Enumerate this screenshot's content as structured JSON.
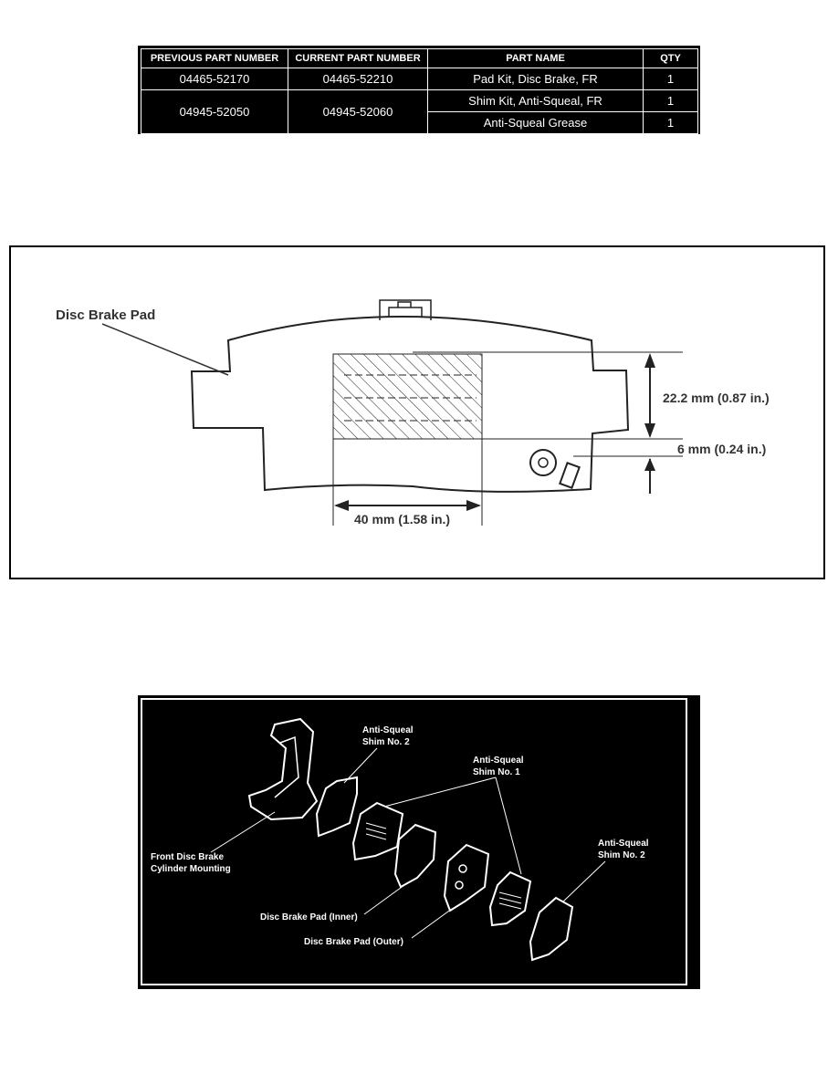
{
  "parts_table": {
    "headers": [
      "PREVIOUS PART NUMBER",
      "CURRENT PART NUMBER",
      "PART NAME",
      "QTY"
    ],
    "row1": {
      "prev": "04465-52170",
      "curr": "04465-52210",
      "name": "Pad Kit, Disc Brake, FR",
      "qty": "1"
    },
    "row2": {
      "prev": "04945-52050",
      "curr": "04945-52060",
      "name": "Shim Kit, Anti-Squeal, FR",
      "qty": "1"
    },
    "row3": {
      "name": "Anti-Squeal Grease",
      "qty": "1"
    }
  },
  "pad_diagram": {
    "label_pad": "Disc Brake Pad",
    "dim_height": "22.2 mm (0.87 in.)",
    "dim_offset": "6 mm (0.24 in.)",
    "dim_width": "40 mm (1.58 in.)"
  },
  "exploded_diagram": {
    "shim2_top_line1": "Anti-Squeal",
    "shim2_top_line2": "Shim No. 2",
    "shim1_line1": "Anti-Squeal",
    "shim1_line2": "Shim No. 1",
    "shim2_right_line1": "Anti-Squeal",
    "shim2_right_line2": "Shim No. 2",
    "mount_line1": "Front Disc Brake",
    "mount_line2": "Cylinder Mounting",
    "pad_inner": "Disc Brake Pad (Inner)",
    "pad_outer": "Disc Brake Pad (Outer)"
  }
}
